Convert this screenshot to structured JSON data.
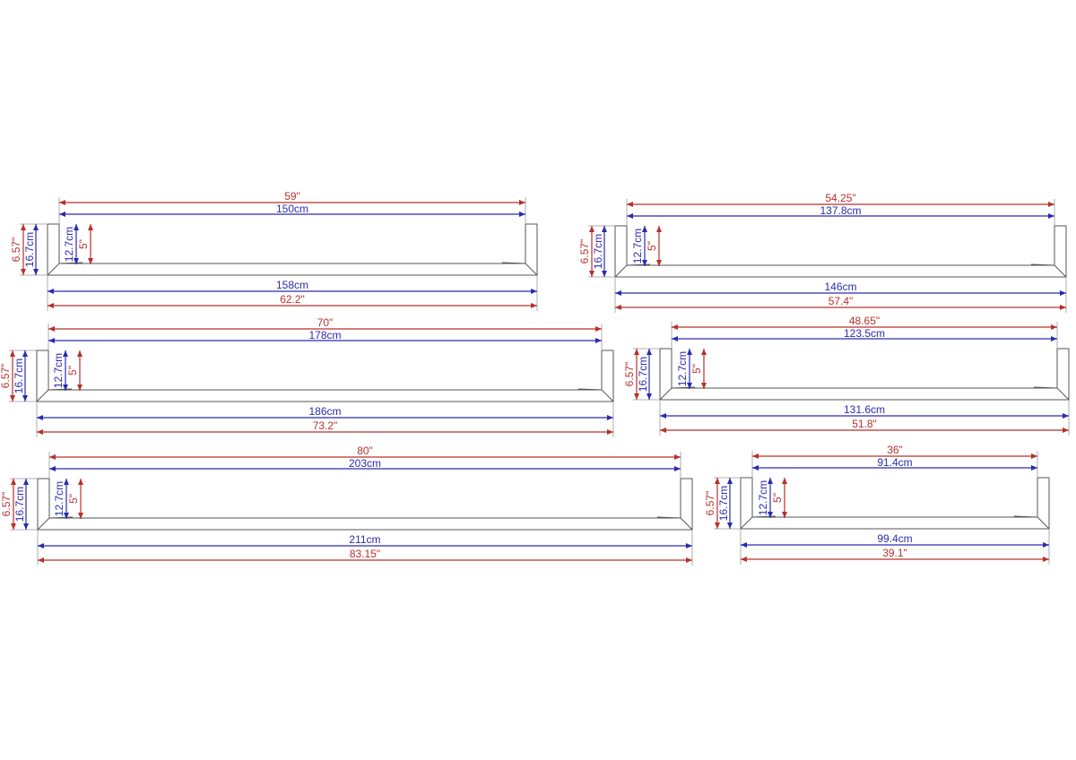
{
  "colors": {
    "imperial": "#b8302c",
    "metric": "#2b2bb0",
    "outline": "#555555"
  },
  "shelves": [
    {
      "id": "shelf-59",
      "top_inner_in": "59\"",
      "top_inner_cm": "150cm",
      "bottom_outer_cm": "158cm",
      "bottom_outer_in": "62.2\"",
      "height_in": "6.57\"",
      "height_cm": "16.7cm",
      "lip_cm": "12.7cm",
      "lip_in": "5\""
    },
    {
      "id": "shelf-54",
      "top_inner_in": "54.25\"",
      "top_inner_cm": "137.8cm",
      "bottom_outer_cm": "146cm",
      "bottom_outer_in": "57.4\"",
      "height_in": "6.57\"",
      "height_cm": "16.7cm",
      "lip_cm": "12.7cm",
      "lip_in": "5\""
    },
    {
      "id": "shelf-70",
      "top_inner_in": "70\"",
      "top_inner_cm": "178cm",
      "bottom_outer_cm": "186cm",
      "bottom_outer_in": "73.2\"",
      "height_in": "6.57\"",
      "height_cm": "16.7cm",
      "lip_cm": "12.7cm",
      "lip_in": "5\""
    },
    {
      "id": "shelf-48",
      "top_inner_in": "48.65\"",
      "top_inner_cm": "123.5cm",
      "bottom_outer_cm": "131.6cm",
      "bottom_outer_in": "51.8\"",
      "height_in": "6.57\"",
      "height_cm": "16.7cm",
      "lip_cm": "12.7cm",
      "lip_in": "5\""
    },
    {
      "id": "shelf-80",
      "top_inner_in": "80\"",
      "top_inner_cm": "203cm",
      "bottom_outer_cm": "211cm",
      "bottom_outer_in": "83.15\"",
      "height_in": "6.57\"",
      "height_cm": "16.7cm",
      "lip_cm": "12.7cm",
      "lip_in": "5\""
    },
    {
      "id": "shelf-36",
      "top_inner_in": "36\"",
      "top_inner_cm": "91.4cm",
      "bottom_outer_cm": "99.4cm",
      "bottom_outer_in": "39.1\"",
      "height_in": "6.57\"",
      "height_cm": "16.7cm",
      "lip_cm": "12.7cm",
      "lip_in": "5\""
    }
  ]
}
